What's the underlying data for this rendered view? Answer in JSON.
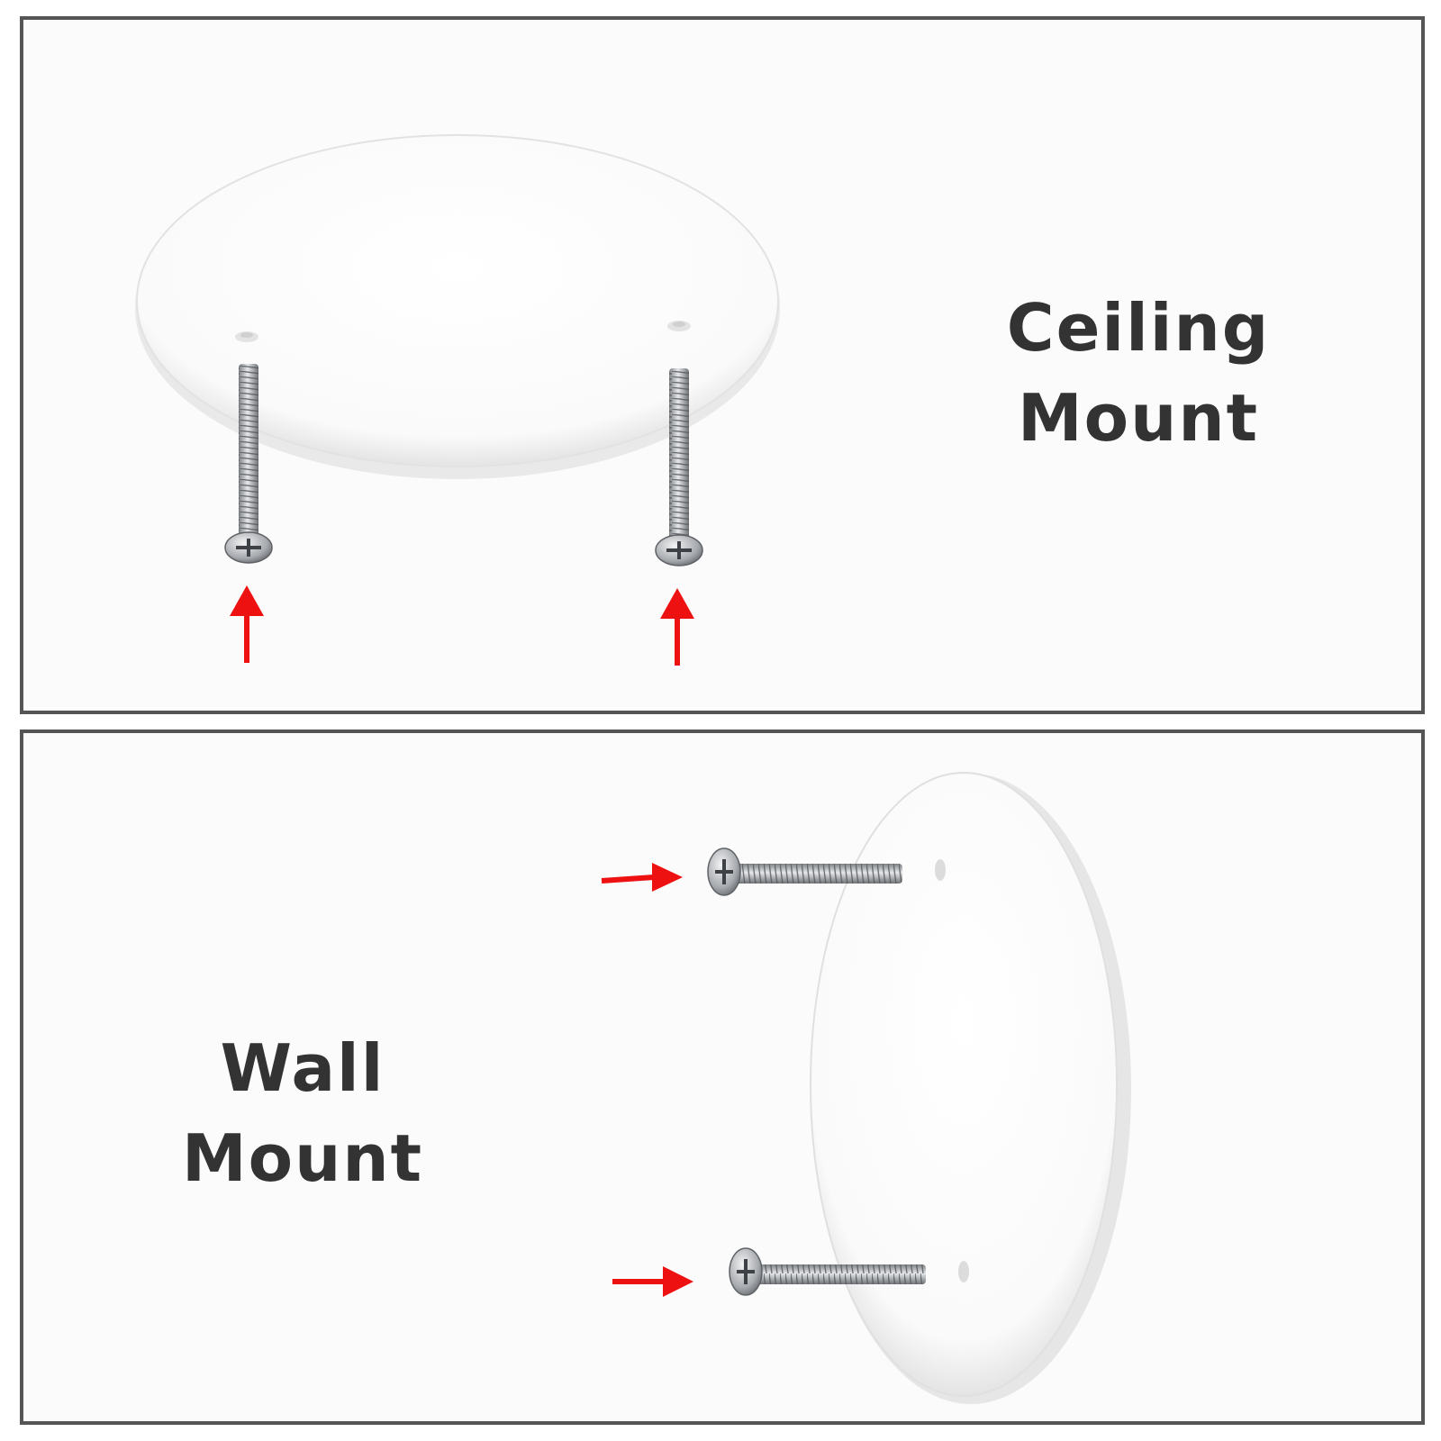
{
  "ceiling_mount": {
    "label_line1": "Ceiling",
    "label_line2": "Mount"
  },
  "wall_mount": {
    "label_line1": "Wall",
    "label_line2": "Mount"
  },
  "colors": {
    "frame": "#555555",
    "label": "#333333",
    "arrow": "#ee1111",
    "plate": "#ffffff",
    "screw": "#a9acb0"
  },
  "icons": [
    "cover-plate-icon",
    "screw-icon",
    "red-arrow-icon"
  ]
}
